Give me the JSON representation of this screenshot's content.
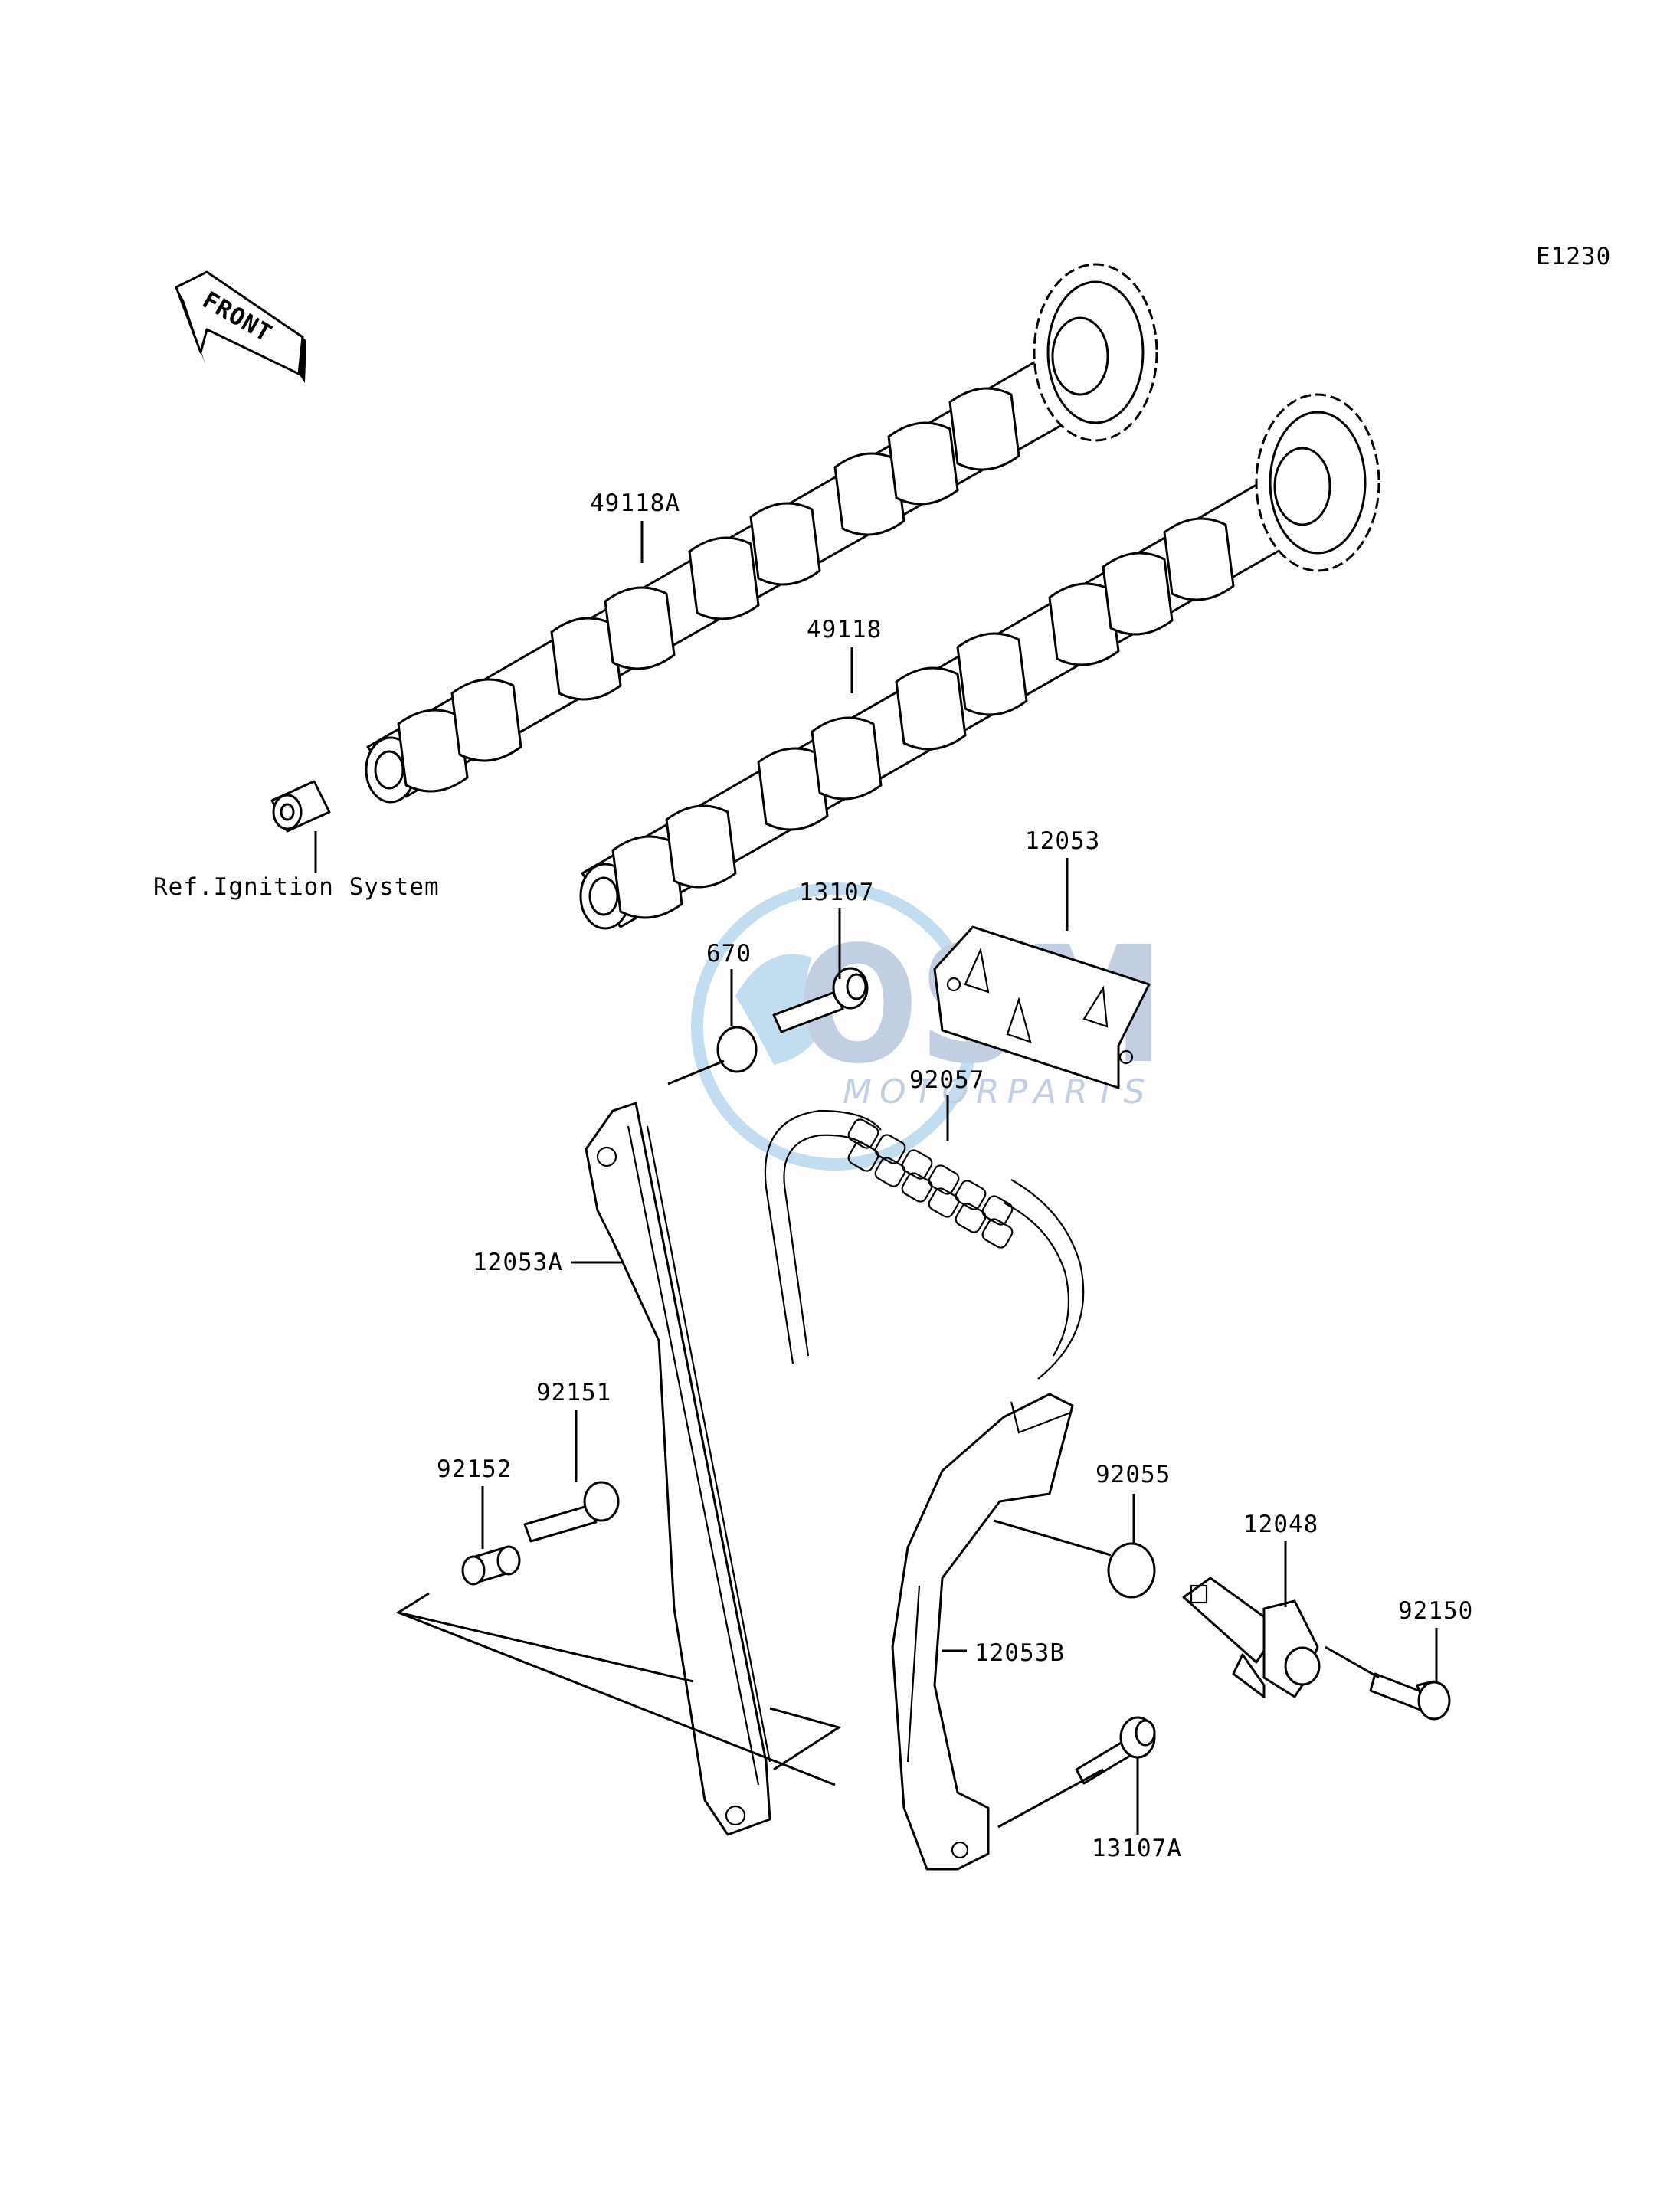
{
  "diagram": {
    "code": "E1230",
    "front_label": "FRONT",
    "reference_label": "Ref.Ignition System",
    "watermark": {
      "brand": "OSM",
      "sub": "MOTORPARTS"
    },
    "parts": [
      {
        "id": "49118A",
        "label": "49118A"
      },
      {
        "id": "49118",
        "label": "49118"
      },
      {
        "id": "12053",
        "label": "12053"
      },
      {
        "id": "13107",
        "label": "13107"
      },
      {
        "id": "670",
        "label": "670"
      },
      {
        "id": "92057",
        "label": "92057"
      },
      {
        "id": "12053A",
        "label": "12053A"
      },
      {
        "id": "92151",
        "label": "92151"
      },
      {
        "id": "92152",
        "label": "92152"
      },
      {
        "id": "92055",
        "label": "92055"
      },
      {
        "id": "12048",
        "label": "12048"
      },
      {
        "id": "92150",
        "label": "92150"
      },
      {
        "id": "12053B",
        "label": "12053B"
      },
      {
        "id": "13107A",
        "label": "13107A"
      }
    ]
  }
}
